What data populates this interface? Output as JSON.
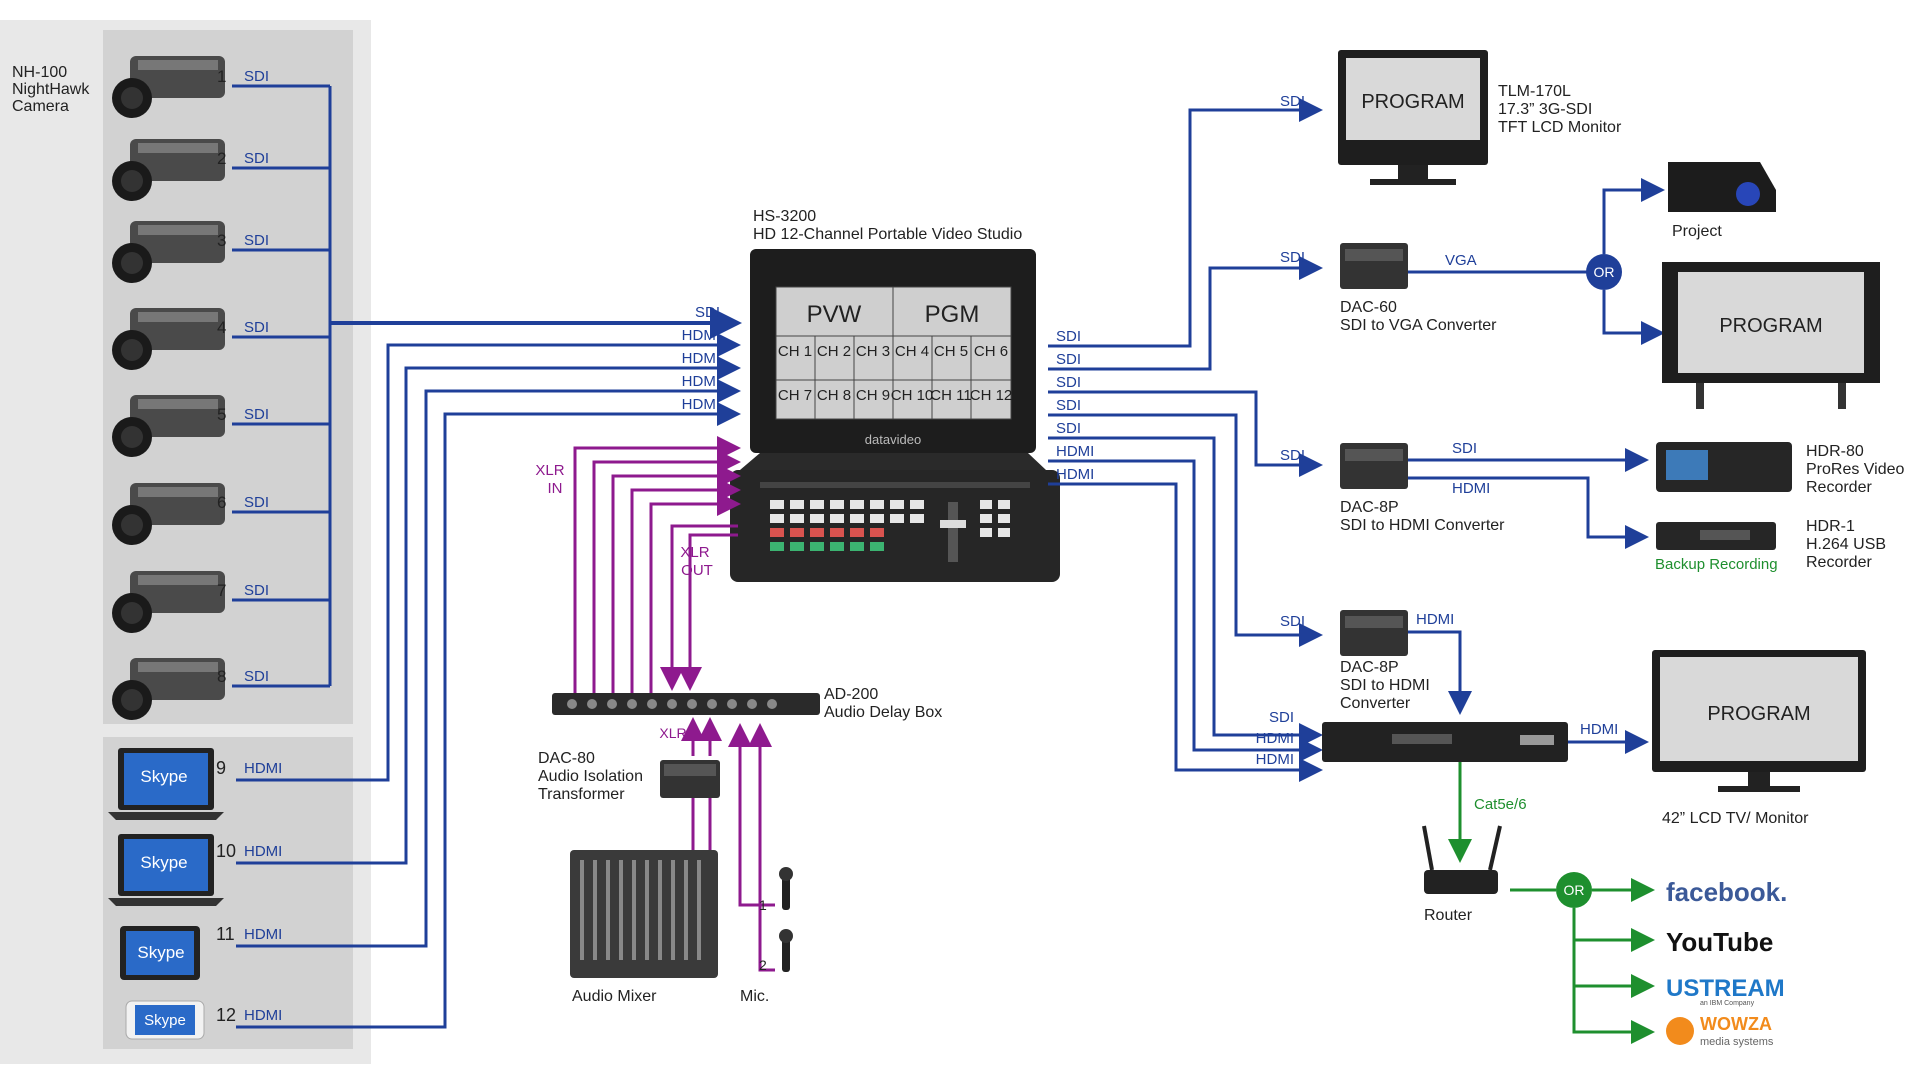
{
  "cameras": {
    "label": [
      "NH-100",
      "NightHawk",
      "Camera"
    ],
    "items": [
      {
        "num": "1",
        "signal": "SDI"
      },
      {
        "num": "2",
        "signal": "SDI"
      },
      {
        "num": "3",
        "signal": "SDI"
      },
      {
        "num": "4",
        "signal": "SDI"
      },
      {
        "num": "5",
        "signal": "SDI"
      },
      {
        "num": "6",
        "signal": "SDI"
      },
      {
        "num": "7",
        "signal": "SDI"
      },
      {
        "num": "8",
        "signal": "SDI"
      }
    ]
  },
  "skype": {
    "label": "Skype",
    "items": [
      {
        "num": "9",
        "signal": "HDMI"
      },
      {
        "num": "10",
        "signal": "HDMI"
      },
      {
        "num": "11",
        "signal": "HDMI"
      },
      {
        "num": "12",
        "signal": "HDMI"
      }
    ]
  },
  "switcher": {
    "title": "HS-3200",
    "subtitle": "HD 12-Channel Portable Video Studio",
    "pvw": "PVW",
    "pgm": "PGM",
    "brand": "datavideo",
    "channels": [
      "CH 1",
      "CH 2",
      "CH 3",
      "CH 4",
      "CH 5",
      "CH 6",
      "CH 7",
      "CH 8",
      "CH 9",
      "CH 10",
      "CH 11",
      "CH 12"
    ],
    "inputs": [
      "SDI",
      "HDMI",
      "HDMI",
      "HDMI",
      "HDMI"
    ],
    "outputs": [
      "SDI",
      "SDI",
      "SDI",
      "SDI",
      "SDI",
      "HDMI",
      "HDMI"
    ],
    "xlr_in": [
      "XLR",
      "IN"
    ],
    "xlr_out": [
      "XLR",
      "OUT"
    ]
  },
  "audio": {
    "ad200": [
      "AD-200",
      "Audio Delay Box"
    ],
    "dac80": [
      "DAC-80",
      "Audio Isolation",
      "Transformer"
    ],
    "xlr": "XLR",
    "mixer": "Audio Mixer",
    "mic": "Mic.",
    "mic_nums": [
      "1",
      "2"
    ]
  },
  "outputs": {
    "tlm": {
      "screen": "PROGRAM",
      "lines": [
        "TLM-170L",
        "17.3”   3G-SDI",
        "TFT LCD Monitor"
      ],
      "signal": "SDI"
    },
    "dac60": {
      "lines": [
        "DAC-60",
        "SDI to VGA Converter"
      ],
      "sdi": "SDI",
      "vga": "VGA"
    },
    "or": "OR",
    "projector": "Project",
    "big_screen": "PROGRAM",
    "dac8p_1": {
      "lines": [
        "DAC-8P",
        "SDI to HDMI Converter"
      ],
      "sdi_in": "SDI",
      "sdi_out": "SDI",
      "hdmi_out": "HDMI"
    },
    "hdr80": [
      "HDR-80",
      "ProRes Video",
      "Recorder"
    ],
    "hdr1": [
      "HDR-1",
      "H.264 USB",
      "Recorder"
    ],
    "backup": "Backup Recording",
    "dac8p_2": {
      "lines": [
        "DAC-8P",
        "SDI to HDMI",
        "Converter"
      ],
      "sdi": "SDI",
      "hdmi": "HDMI"
    },
    "streamer_inputs": [
      "SDI",
      "HDMI",
      "HDMI"
    ],
    "streamer_hdmi": "HDMI",
    "lcd": {
      "screen": "PROGRAM",
      "label": "42”   LCD TV/ Monitor"
    },
    "cat": "Cat5e/6",
    "router": "Router",
    "or2": "OR",
    "services": [
      "facebook.",
      "YouTube",
      "USTREAM",
      "WOWZA",
      "media systems",
      "an IBM Company"
    ]
  },
  "colors": {
    "blue": "#1f3f99",
    "purple": "#8e1a8e",
    "green": "#1e8f2e",
    "panel": "#d9d9d9"
  }
}
